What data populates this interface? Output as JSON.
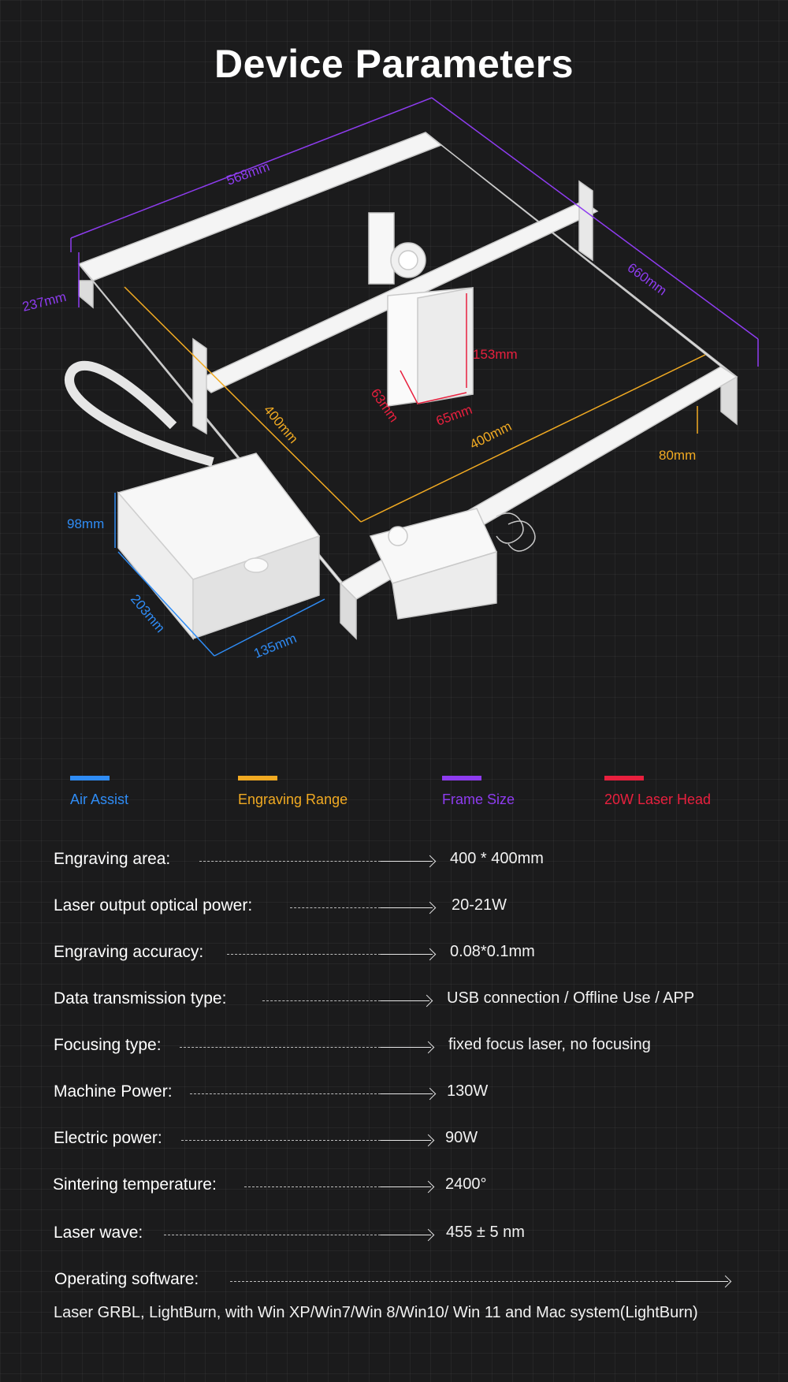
{
  "title": "Device Parameters",
  "colors": {
    "air_assist": "#2f8cf5",
    "engraving_range": "#f1aa22",
    "frame_size": "#8e3cf0",
    "laser_head": "#e8203e",
    "background": "#1b1b1c"
  },
  "dimensions": {
    "frame_width": "568mm",
    "frame_depth": "660mm",
    "frame_height": "237mm",
    "head_height": "153mm",
    "head_depth": "63mm",
    "head_width": "65mm",
    "range_x": "400mm",
    "range_y": "400mm",
    "rail_height": "80mm",
    "air_height": "98mm",
    "air_depth": "203mm",
    "air_width": "135mm"
  },
  "legend": [
    {
      "label": "Air Assist",
      "color": "#2f8cf5"
    },
    {
      "label": "Engraving Range",
      "color": "#f1aa22"
    },
    {
      "label": "Frame Size",
      "color": "#8e3cf0"
    },
    {
      "label": "20W Laser Head",
      "color": "#e8203e"
    }
  ],
  "specs": [
    {
      "label": "Engraving area:",
      "value": "400 * 400mm"
    },
    {
      "label": "Laser output optical power:",
      "value": "20-21W"
    },
    {
      "label": "Engraving accuracy:",
      "value": "0.08*0.1mm"
    },
    {
      "label": "Data transmission type:",
      "value": "USB connection / Offline Use / APP"
    },
    {
      "label": "Focusing type:",
      "value": "fixed focus laser, no focusing"
    },
    {
      "label": "Machine Power:",
      "value": "130W"
    },
    {
      "label": "Electric power:",
      "value": "90W"
    },
    {
      "label": "Sintering temperature:",
      "value": "2400°"
    },
    {
      "label": "Laser wave:",
      "value": "455 ± 5 nm"
    },
    {
      "label": "Operating software:",
      "value": ""
    }
  ],
  "software_note": "Laser GRBL, LightBurn, with Win XP/Win7/Win 8/Win10/ Win 11 and Mac system(LightBurn)"
}
